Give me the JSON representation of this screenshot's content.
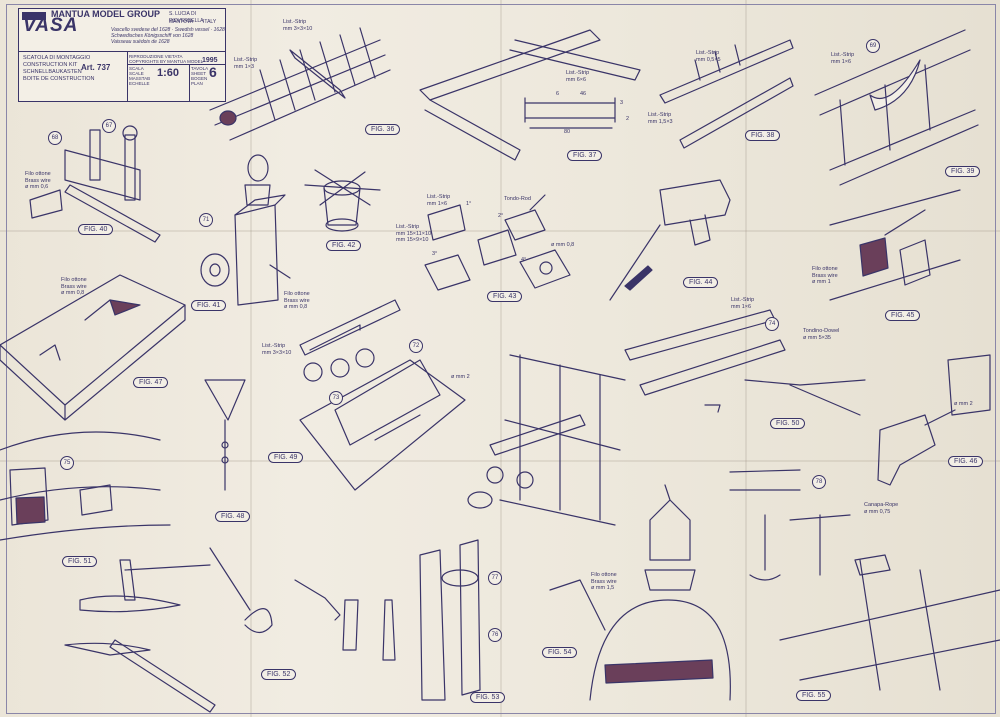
{
  "title_block": {
    "company": "MANTUA MODEL GROUP",
    "address_1": "S. LUCIA DI PIOVERBELLA",
    "address_2": "MANTOVA",
    "country": "ITALY",
    "model_name": "VASA",
    "descriptions": [
      "Vascello svedese del 1628 · Swedish vessel · 1628",
      "Schwedisches Königsschiff von 1628",
      "Vaisseau suédois de 1628"
    ],
    "kit_labels": [
      "SCATOLA DI MONTAGGIO",
      "CONSTRUCTION KIT",
      "SCHNELLBAUKASTEN",
      "BOITE DE CONSTRUCTION"
    ],
    "article": "Art. 737",
    "rights": [
      "RIPRODUZIONE VIETATA",
      "COPYRIGHTS BY MANTUA MODEL"
    ],
    "year": "1995",
    "scale_labels": [
      "SCALA",
      "SCALE",
      "MASSTAB",
      "ECHELLE"
    ],
    "scale": "1:60",
    "sheet_labels": [
      "TAVOLA",
      "SHEET",
      "BOGEN",
      "PLAN"
    ],
    "sheet_number": "6"
  },
  "figures": [
    "FIG. 36",
    "FIG. 37",
    "FIG. 38",
    "FIG. 39",
    "FIG. 40",
    "FIG. 41",
    "FIG. 42",
    "FIG. 43",
    "FIG. 44",
    "FIG. 45",
    "FIG. 46",
    "FIG. 47",
    "FIG. 48",
    "FIG. 49",
    "FIG. 50",
    "FIG. 51",
    "FIG. 52",
    "FIG. 53",
    "FIG. 54",
    "FIG. 55"
  ],
  "part_numbers": [
    "67",
    "68",
    "69",
    "71",
    "72",
    "73",
    "74",
    "75",
    "76",
    "77",
    "78"
  ],
  "notes": {
    "fig36_strip_a": [
      "List.-Strip",
      "mm 3×3×10"
    ],
    "fig36_strip_b": [
      "List.-Strip",
      "mm 1×3"
    ],
    "fig37_strip": [
      "List.-Strip",
      "mm 6×6"
    ],
    "fig37_dims": [
      "6",
      "46",
      "3",
      "80",
      "2"
    ],
    "fig38_strip_a": [
      "List.-Strip",
      "mm 0,5×5"
    ],
    "fig38_strip_b": [
      "List.-Strip",
      "mm 1,5×3"
    ],
    "fig39_strip": [
      "List.-Strip",
      "mm 1×6"
    ],
    "fig40_wire": [
      "Filo ottone",
      "Brass wire",
      "ø mm 0,6"
    ],
    "fig41_wire": [
      "Filo ottone",
      "Brass wire",
      "ø mm 0,8"
    ],
    "fig43_strip_a": [
      "List.-Strip",
      "mm 1×6"
    ],
    "fig43_strip_b": [
      "List.-Strip",
      "mm 15×11×10",
      "mm 15×9×10"
    ],
    "fig43_rod": [
      "Tondo-Rod"
    ],
    "fig43_wire": [
      "ø mm 0,8"
    ],
    "fig43_steps": [
      "1°",
      "2°",
      "3°",
      "4°"
    ],
    "fig45_wire": [
      "Filo ottone",
      "Brass wire",
      "ø mm 1"
    ],
    "fig47_wire": [
      "Filo ottone",
      "Brass wire",
      "ø mm 0,8"
    ],
    "fig49_strip": [
      "List.-Strip",
      "mm 3×3×10"
    ],
    "fig49_dia": [
      "ø mm 2"
    ],
    "fig50_strip": [
      "List.-Strip",
      "mm 1×6"
    ],
    "fig50_dowel": [
      "Tondino-Dowel",
      "ø mm 5×35"
    ],
    "fig46_dia": [
      "ø mm 2"
    ],
    "fig54_wire": [
      "Filo ottone",
      "Brass wire",
      "ø mm 1,5"
    ],
    "fig55_rope": [
      "Canapa-Rope",
      "ø mm 0,75"
    ]
  },
  "colors": {
    "ink": "#3a3468",
    "paper": "#ece7db",
    "shade": "#6a3f5a"
  }
}
